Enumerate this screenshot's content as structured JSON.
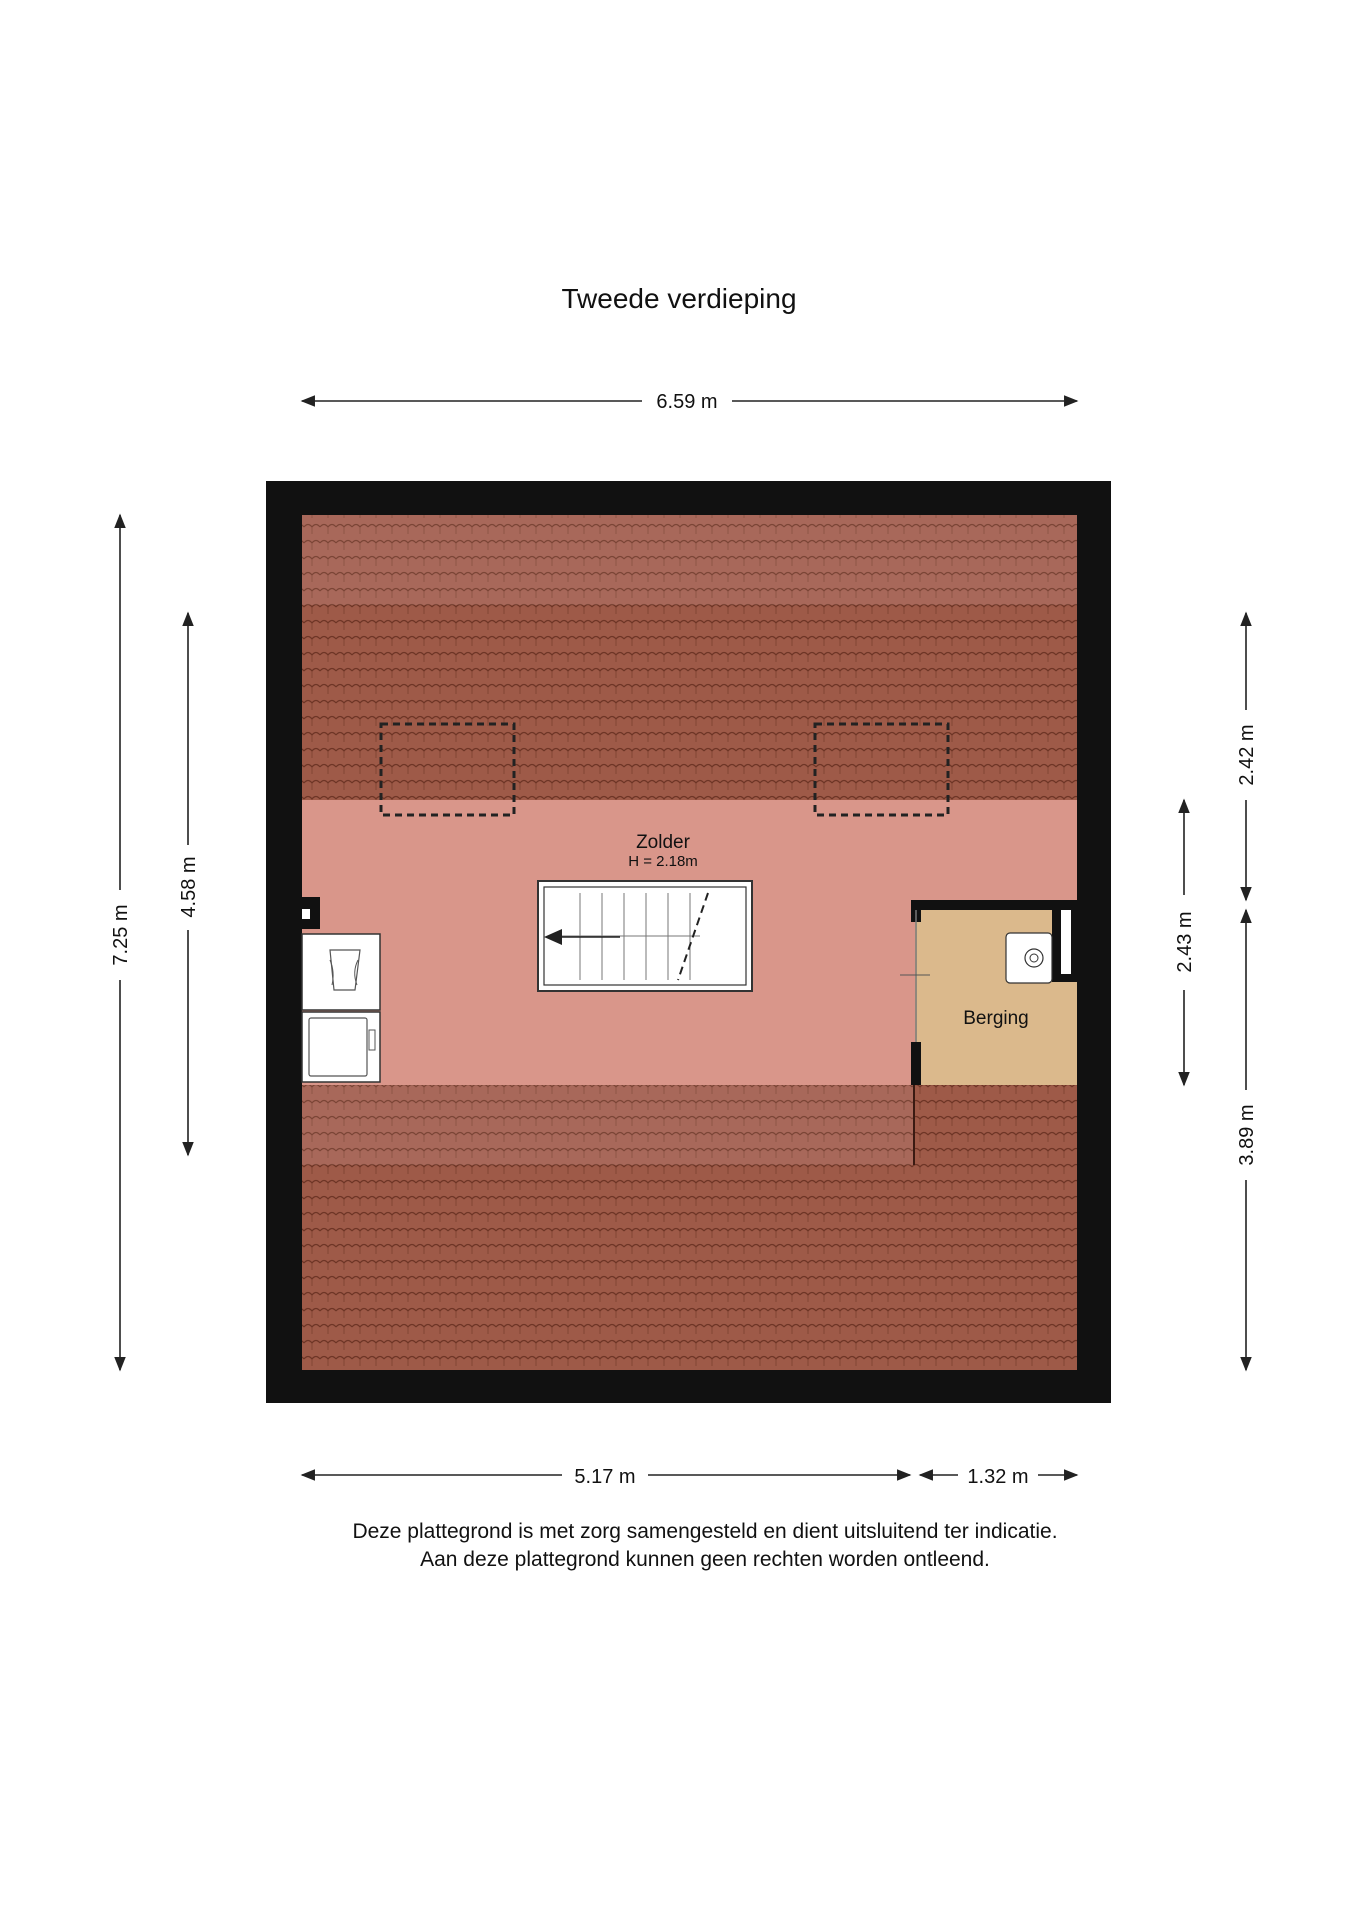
{
  "title": "Tweede verdieping",
  "rooms": {
    "zolder": {
      "name": "Zolder",
      "height": "H = 2.18m"
    },
    "berging": {
      "name": "Berging"
    }
  },
  "dimensions": {
    "top_width": "6.59 m",
    "left_outer": "7.25 m",
    "left_inner": "4.58 m",
    "right_upper": "2.42 m",
    "right_middle": "2.43 m",
    "right_lower": "3.89 m",
    "bottom_left": "5.17 m",
    "bottom_right": "1.32 m"
  },
  "disclaimer": {
    "line1": "Deze plattegrond is met zorg samengesteld en dient uitsluitend ter indicatie.",
    "line2": "Aan deze plattegrond kunnen geen rechten worden ontleend."
  },
  "colors": {
    "wall": "#111111",
    "roof_tile": "#9e5a48",
    "roof_line": "#6e3526",
    "zolder_floor": "#d9968a",
    "berging_floor": "#dbb98c",
    "dimension_line": "#222222"
  }
}
